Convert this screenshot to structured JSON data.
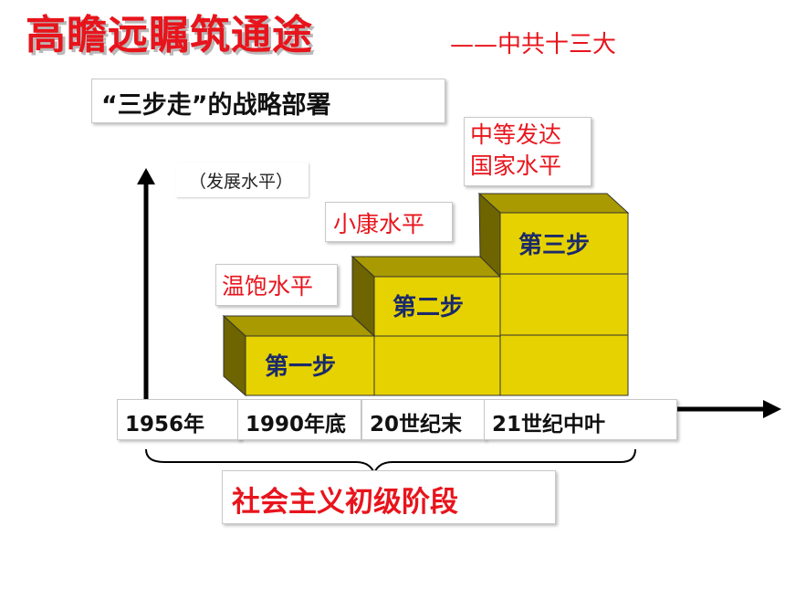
{
  "title": "高瞻远瞩筑通途",
  "subtitle": "——中共十三大",
  "heading": "“三步走”的战略部署",
  "y_axis_label": "（发展水平）",
  "levels": {
    "level1": "温饱水平",
    "level2": "小康水平",
    "level3_line1": "中等发达",
    "level3_line2": "国家水平"
  },
  "steps": {
    "step1": "第一步",
    "step2": "第二步",
    "step3": "第三步"
  },
  "timeline": [
    "1956年",
    "1990年底",
    "20世纪末",
    "21世纪中叶"
  ],
  "stage": "社会主义初级阶段",
  "colors": {
    "title_red": "#e8141c",
    "block_yellow": "#e6d200",
    "block_top": "#a89a00",
    "block_side": "#6e6400",
    "axis": "#000000"
  }
}
